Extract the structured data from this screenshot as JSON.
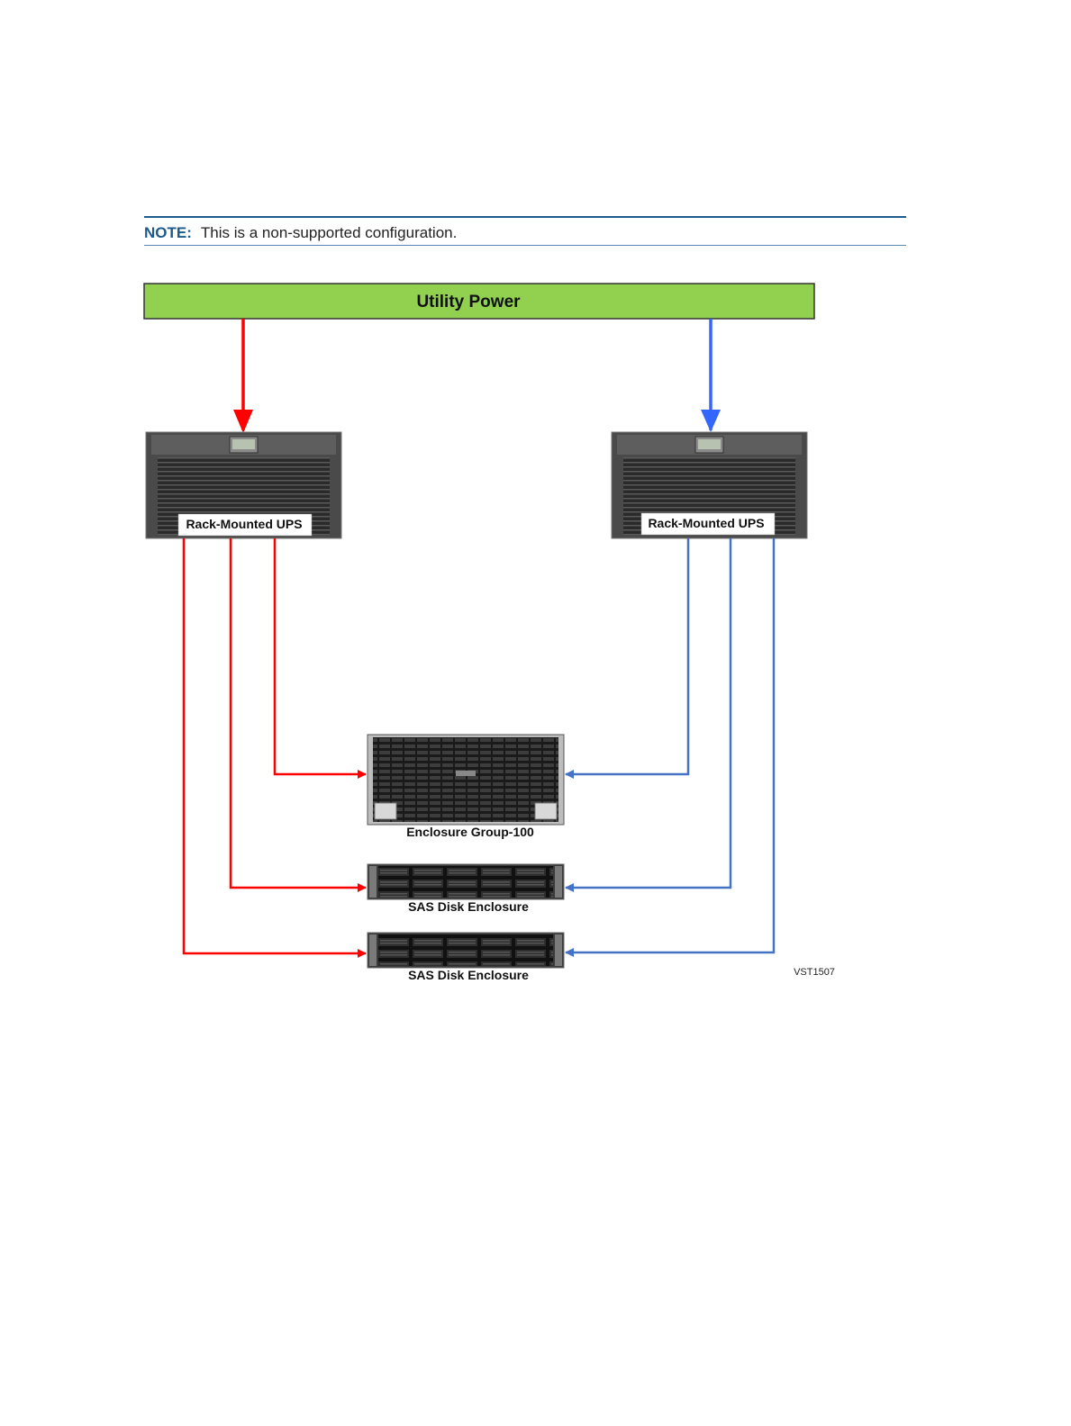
{
  "note": {
    "label": "NOTE:",
    "text": "This is a non-supported configuration."
  },
  "diagram": {
    "utility_power": "Utility Power",
    "ups_left": "Rack-Mounted UPS",
    "ups_right": "Rack-Mounted UPS",
    "enclosure_group": "Enclosure Group-100",
    "sas_enclosure_1": "SAS Disk Enclosure",
    "sas_enclosure_2": "SAS Disk Enclosure",
    "figure_id": "VST1507"
  },
  "colors": {
    "utility_power_fill": "#92d050",
    "left_feed": "#ff0000",
    "right_feed": "#3366ff",
    "right_outputs": "#4472c4",
    "note_accent": "#1d5a8c"
  }
}
